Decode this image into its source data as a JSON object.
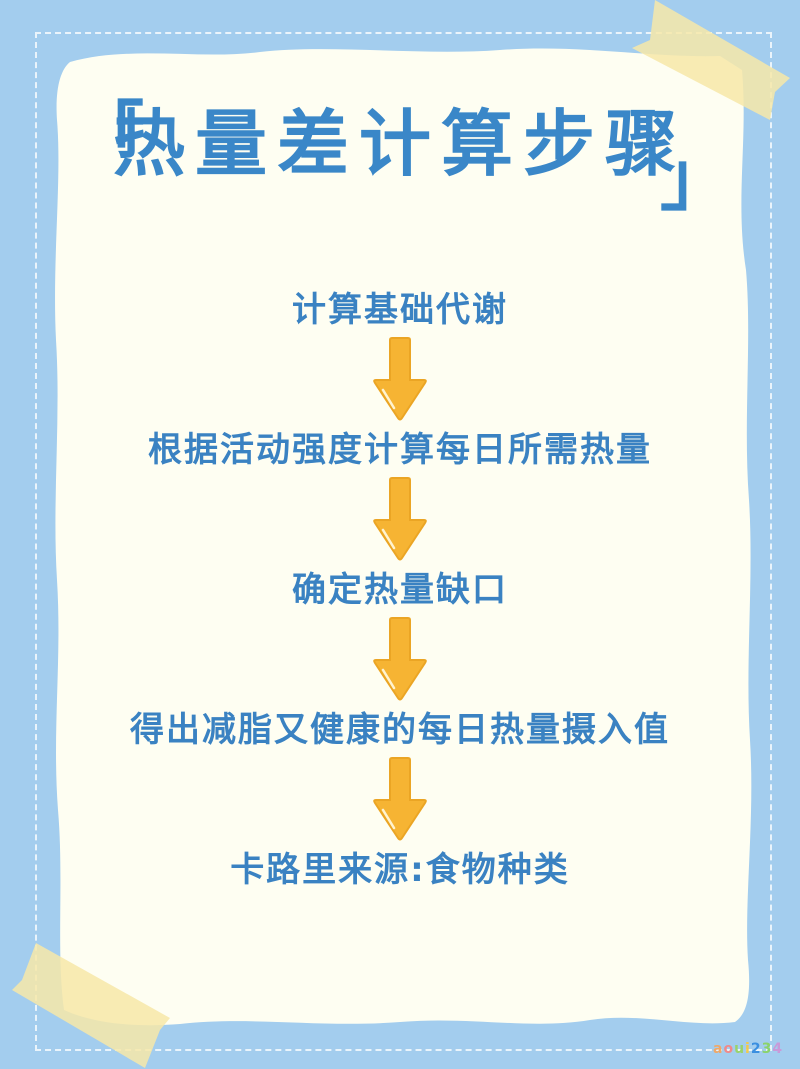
{
  "title": {
    "open_bracket": "「",
    "text": "热量差计算步骤",
    "close_bracket": "」"
  },
  "steps": [
    {
      "label": "计算基础代谢"
    },
    {
      "label": "根据活动强度计算每日所需热量"
    },
    {
      "label": "确定热量缺口"
    },
    {
      "label": "得出减脂又健康的每日热量摄入值"
    },
    {
      "label": "卡路里来源:食物种类"
    }
  ],
  "arrows": [
    {
      "icon": "arrow-down-icon"
    },
    {
      "icon": "arrow-down-icon"
    },
    {
      "icon": "arrow-down-icon"
    },
    {
      "icon": "arrow-down-icon"
    }
  ],
  "watermark": {
    "chars": [
      "a",
      "o",
      "u",
      "i",
      "2",
      "3",
      "4"
    ],
    "colors": [
      "#F0A868",
      "#F08A8A",
      "#9AD36B",
      "#F2C94C",
      "#3B8FE0",
      "#8BD36B",
      "#C99AD8"
    ]
  },
  "colors": {
    "background": "#A3CDEE",
    "paper": "#FEFEF2",
    "title": "#3A87C8",
    "step_text": "#3A82C2",
    "arrow": "#F6B433",
    "tape": "#F7E7A8"
  }
}
